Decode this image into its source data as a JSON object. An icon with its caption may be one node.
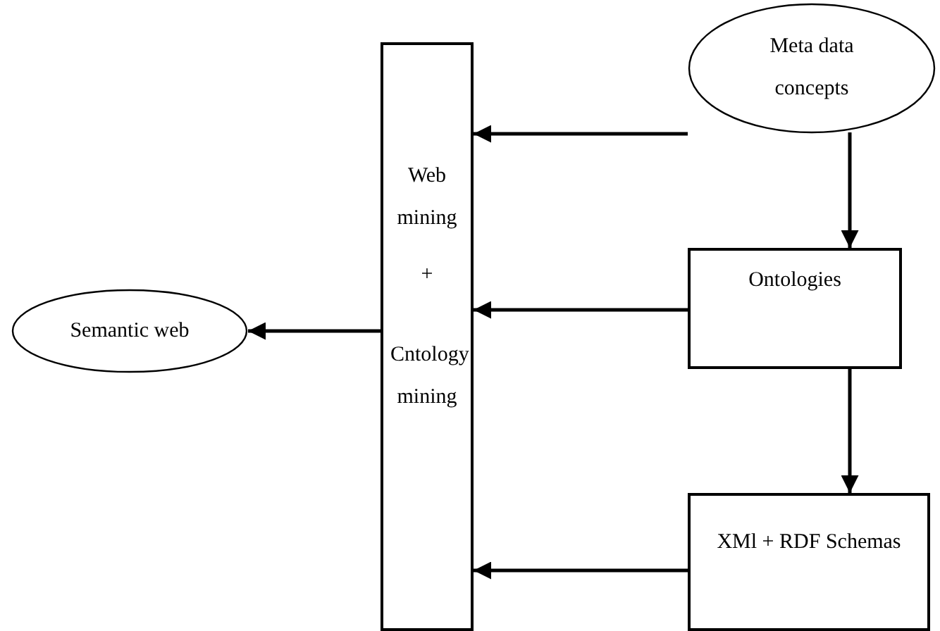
{
  "diagram": {
    "nodes": [
      {
        "text": [
          "Web mining",
          "+",
          "Cntology mining"
        ]
      },
      {
        "text": [
          "Meta data concepts"
        ]
      },
      {
        "text": [
          "Ontologies"
        ]
      },
      {
        "text": [
          "Semantic  web"
        ]
      },
      {
        "text": [
          "XMl + RDF Schemas"
        ]
      }
    ],
    "edges": [
      {
        "from": 1,
        "to": 0,
        "arrow": "to"
      },
      {
        "from": 1,
        "to": 2,
        "arrow": "to"
      },
      {
        "from": 2,
        "to": 0,
        "arrow": "to"
      },
      {
        "from": 0,
        "to": 3,
        "arrow": "to"
      },
      {
        "from": 2,
        "to": 4,
        "arrow": "to"
      },
      {
        "from": 4,
        "to": 0,
        "arrow": "to"
      }
    ]
  }
}
